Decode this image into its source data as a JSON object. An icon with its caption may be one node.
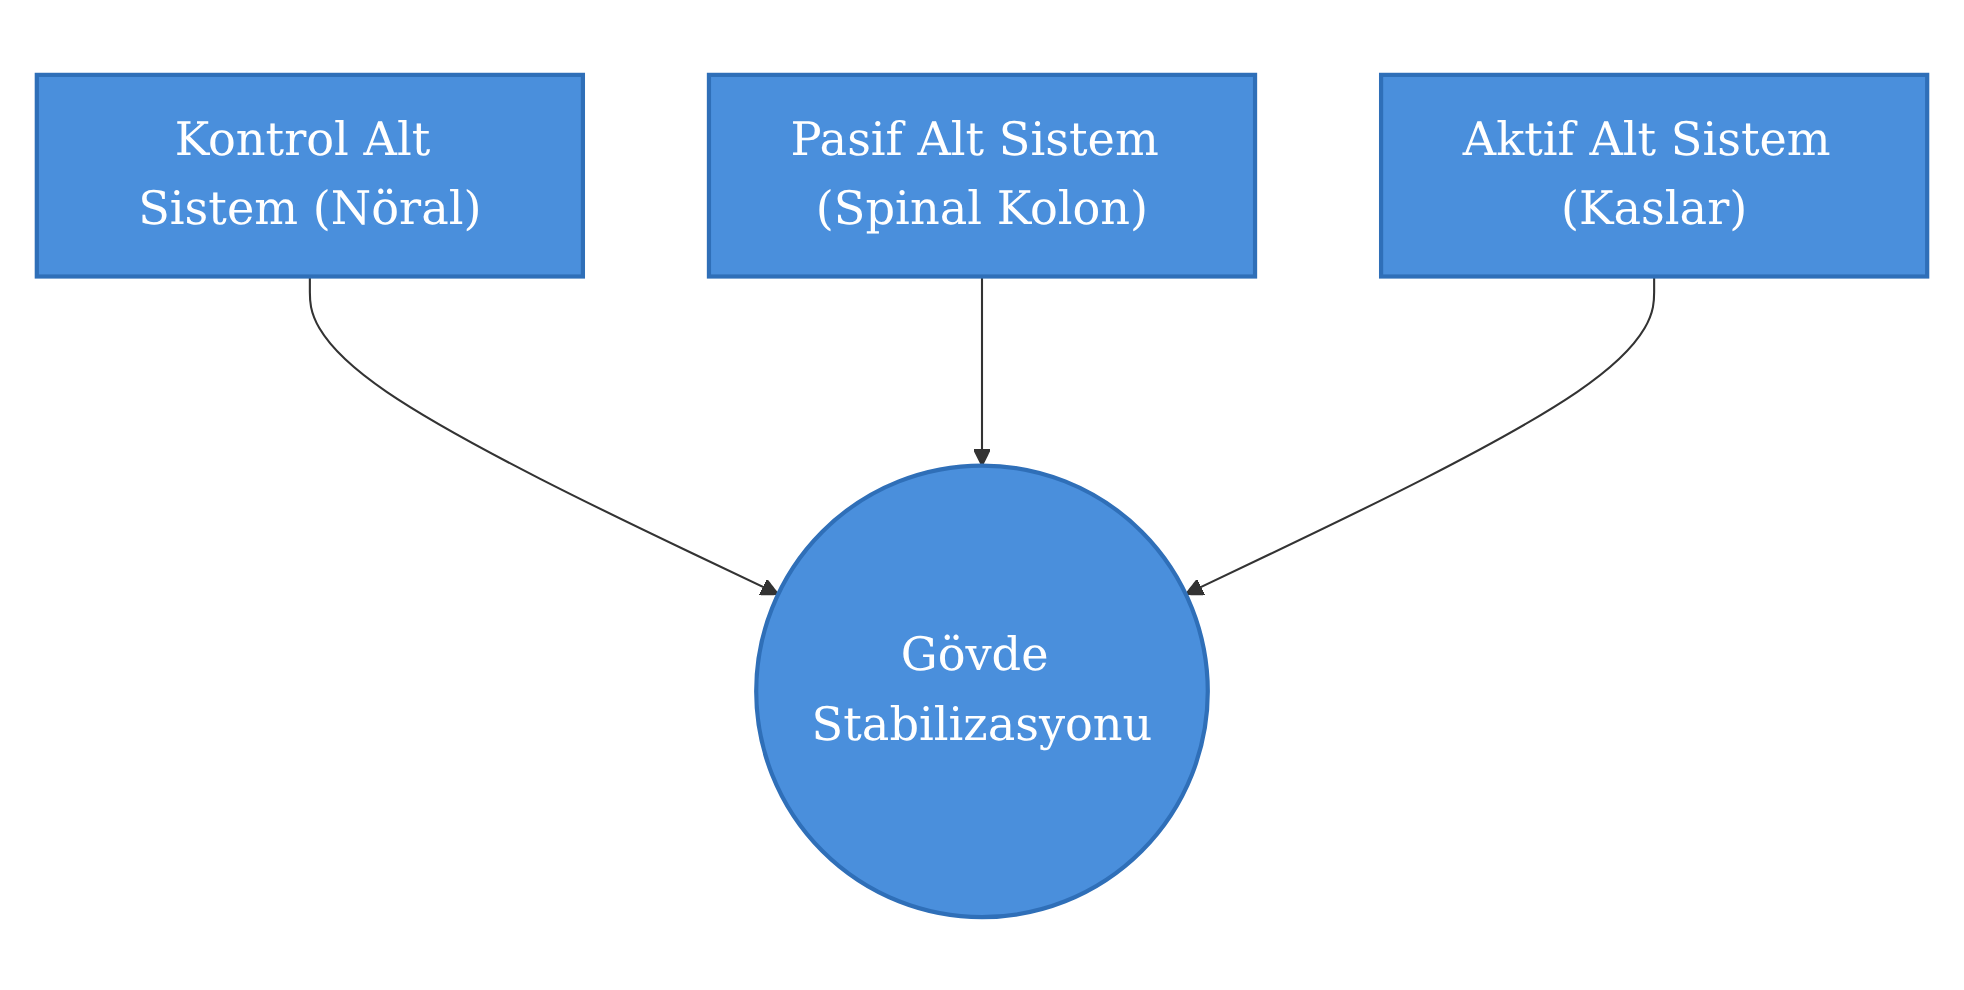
{
  "diagram": {
    "nodes": [
      {
        "text": [
          "Kontrol Alt Sistem (Nöral)"
        ]
      },
      {
        "text": [
          "Pasif Alt Sistem (Spinal Kolon)"
        ]
      },
      {
        "text": [
          "Aktif Alt Sistem (Kaslar)"
        ]
      },
      {
        "text": [
          "Gövde Stabilizasyonu"
        ]
      }
    ],
    "edges": [
      {
        "from": 0,
        "to": 3,
        "arrow": "to"
      },
      {
        "from": 1,
        "to": 3,
        "arrow": "to"
      },
      {
        "from": 2,
        "to": 3,
        "arrow": "to"
      }
    ]
  }
}
